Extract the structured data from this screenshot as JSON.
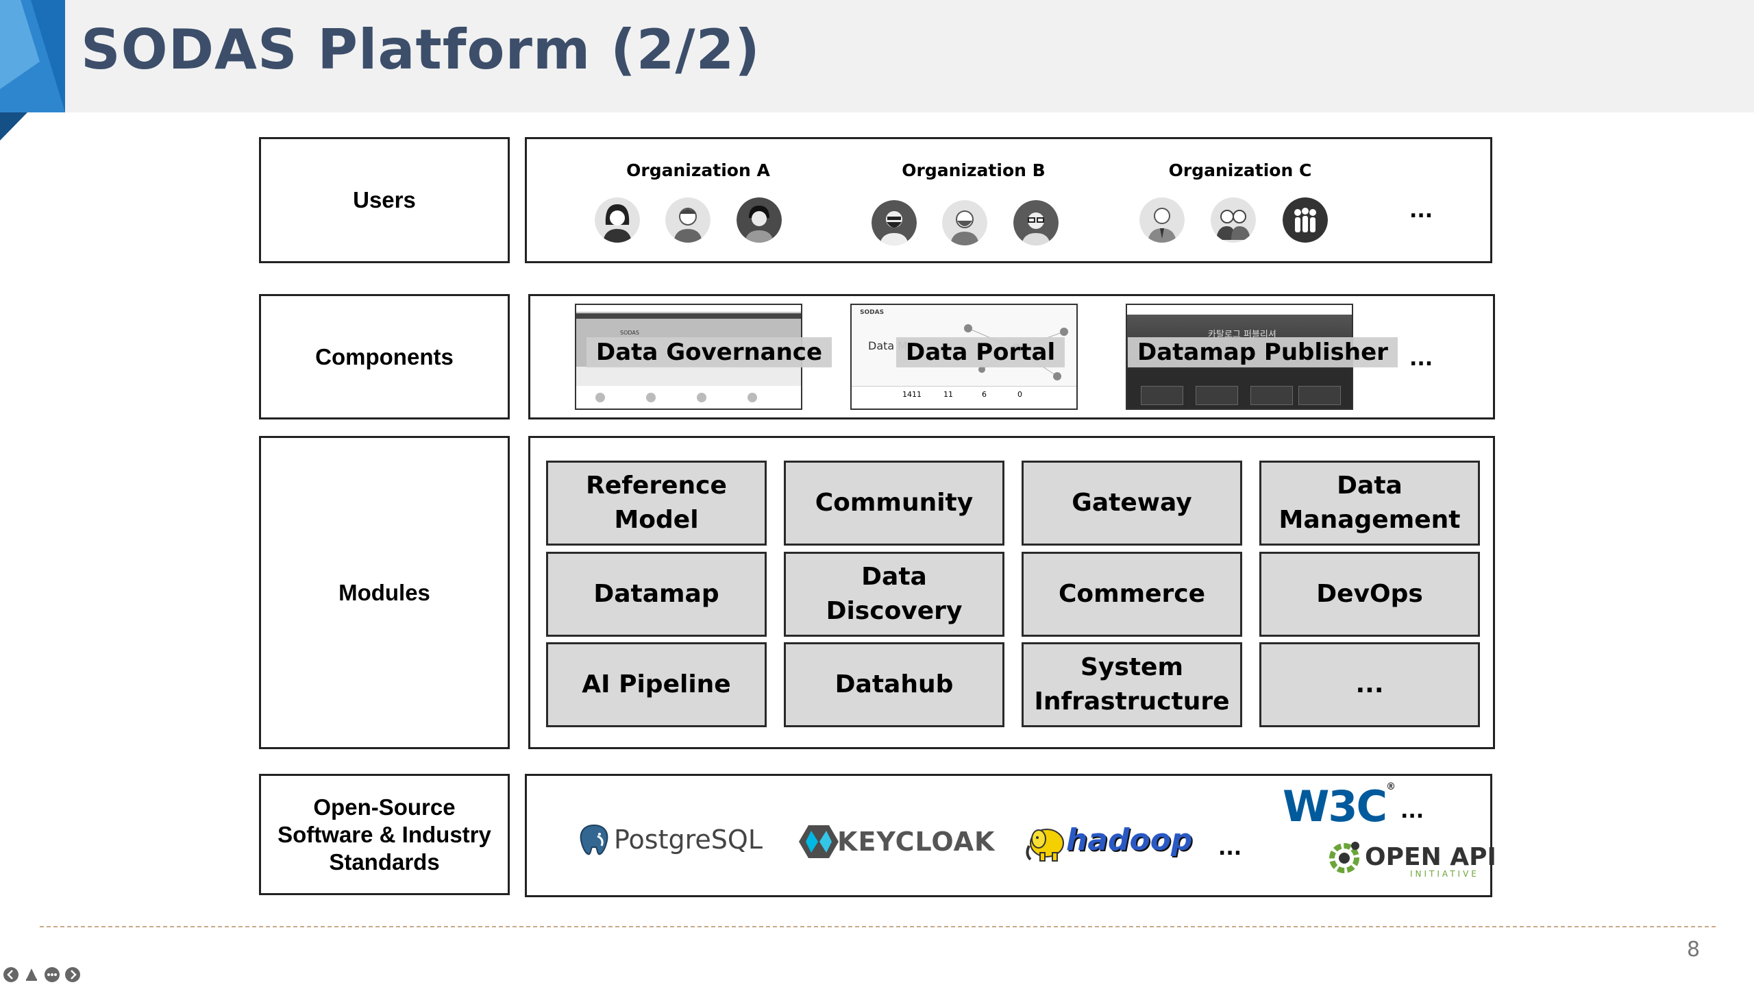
{
  "title": "SODAS Platform (2/2)",
  "page_number": "8",
  "rows": {
    "users": "Users",
    "components": "Components",
    "modules": "Modules",
    "standards": "Open-Source\nSoftware & Industry\nStandards"
  },
  "organizations": [
    {
      "name": "Organization A"
    },
    {
      "name": "Organization B"
    },
    {
      "name": "Organization C"
    }
  ],
  "users_more": "...",
  "components": [
    {
      "label": "Data Governance"
    },
    {
      "label": "Data Portal"
    },
    {
      "label": "Datamap Publisher"
    }
  ],
  "components_more": "...",
  "component_thumbnails": {
    "governance_brand": "SODAS",
    "portal_brand": "SODAS",
    "portal_peek": "Data M",
    "portal_stats": [
      "1411",
      "11",
      "6",
      "0"
    ],
    "publisher_korean": "카탈로그 퍼블리셔"
  },
  "modules": [
    "Reference\nModel",
    "Community",
    "Gateway",
    "Data\nManagement",
    "Datamap",
    "Data\nDiscovery",
    "Commerce",
    "DevOps",
    "AI Pipeline",
    "Datahub",
    "System\nInfrastructure",
    "..."
  ],
  "standards": {
    "postgresql": "PostgreSQL",
    "keycloak": "KEYCLOAK",
    "hadoop": "hadoop",
    "w3c": "W3C",
    "w3c_mark": "®",
    "openapi": "OPEN API",
    "openapi_sub": "INITIATIVE",
    "more_1": "...",
    "more_2": "..."
  },
  "colors": {
    "title": "#3c4e6a",
    "header_band": "#f1f1f1",
    "module_fill": "#d9d9d9",
    "postgres_blue": "#336791",
    "hadoop_yellow": "#f5d000",
    "w3c_blue": "#005a9c",
    "openapi_green": "#6ba539"
  }
}
